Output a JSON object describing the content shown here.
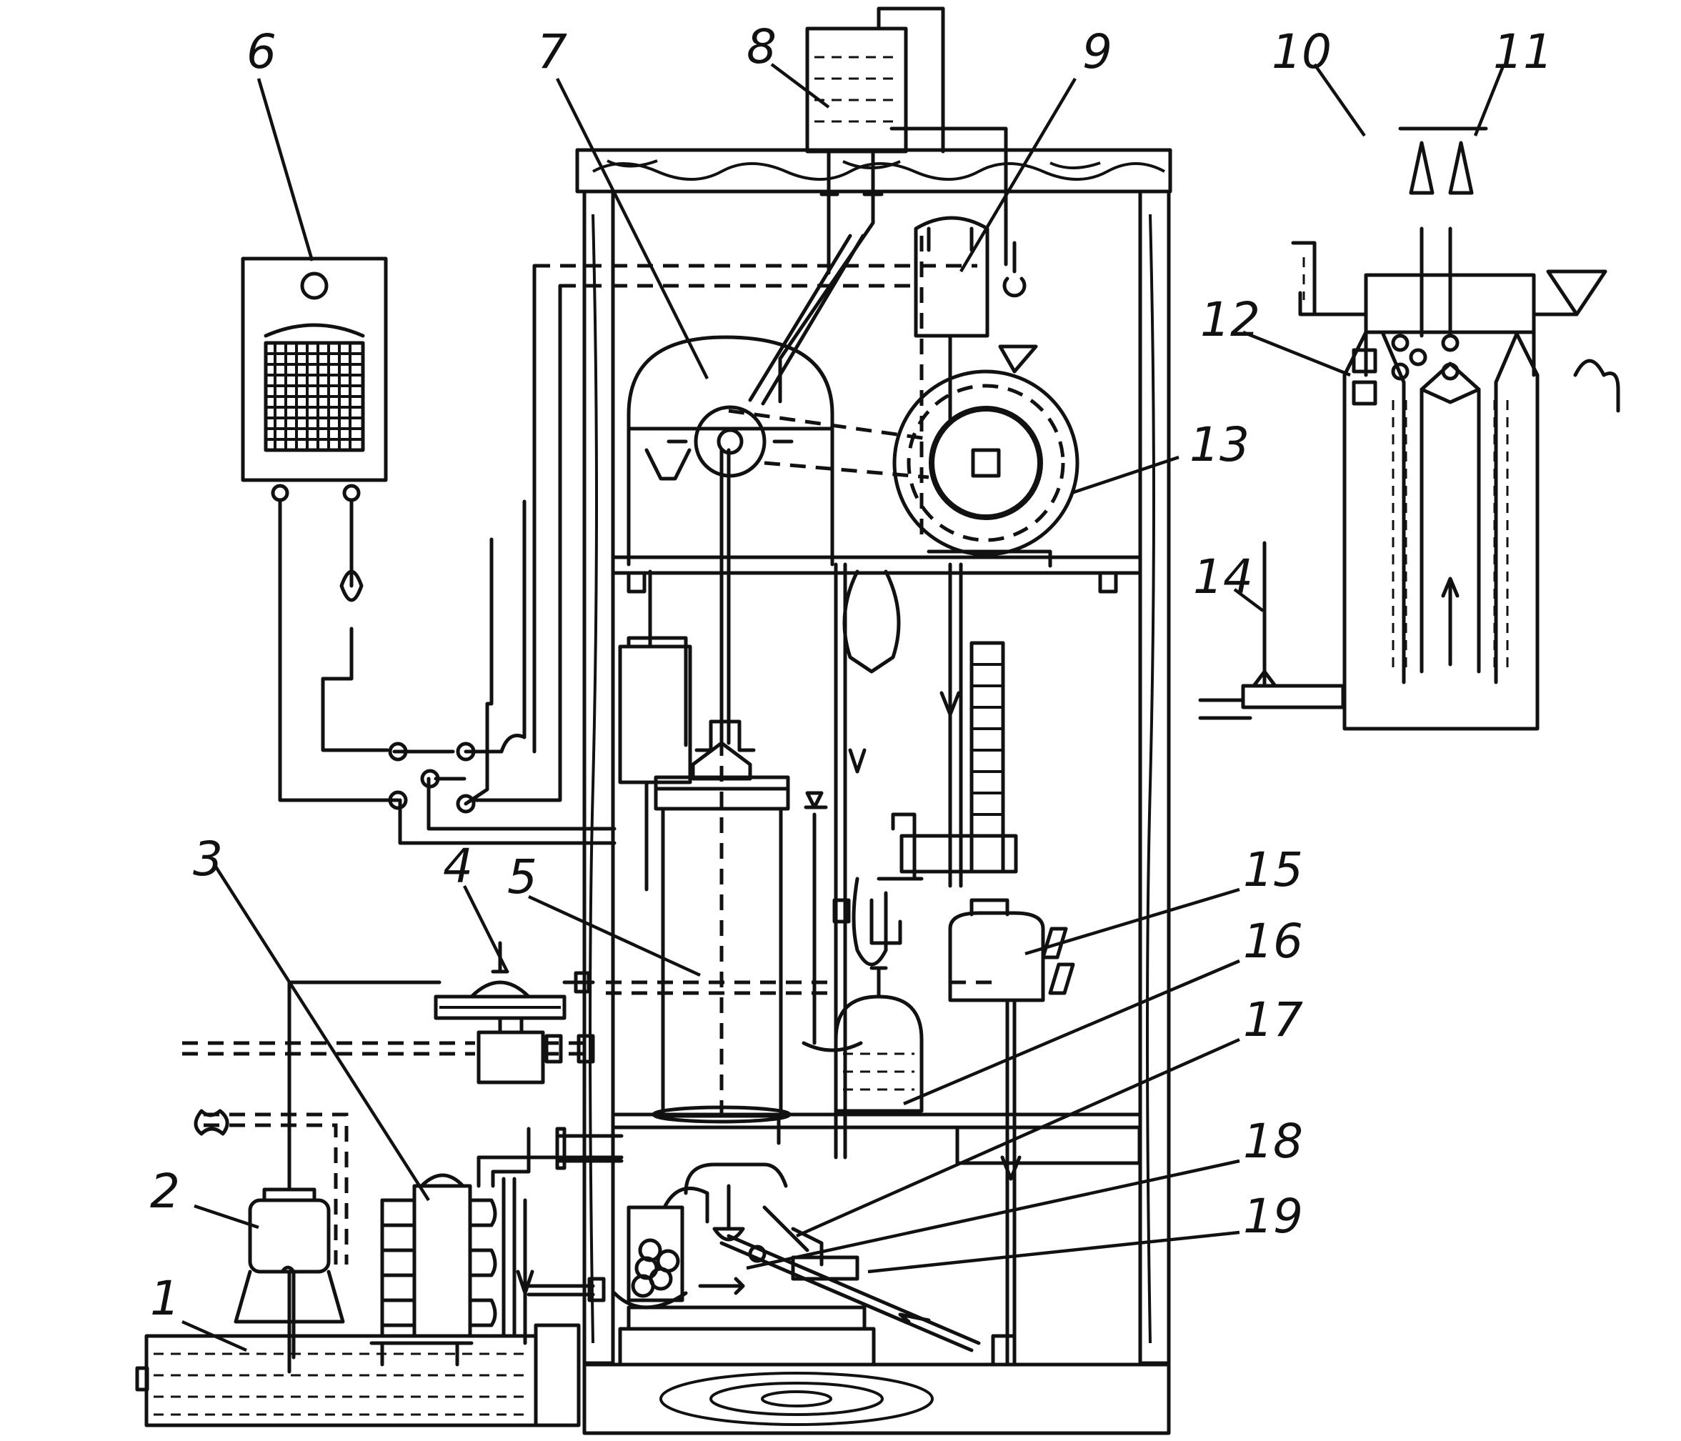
{
  "diagram": {
    "callouts": [
      {
        "id": "1",
        "label": "1"
      },
      {
        "id": "2",
        "label": "2"
      },
      {
        "id": "3",
        "label": "3"
      },
      {
        "id": "4",
        "label": "4"
      },
      {
        "id": "5",
        "label": "5"
      },
      {
        "id": "6",
        "label": "6"
      },
      {
        "id": "7",
        "label": "7"
      },
      {
        "id": "8",
        "label": "8"
      },
      {
        "id": "9",
        "label": "9"
      },
      {
        "id": "10",
        "label": "10"
      },
      {
        "id": "11",
        "label": "11"
      },
      {
        "id": "12",
        "label": "12"
      },
      {
        "id": "13",
        "label": "13"
      },
      {
        "id": "14",
        "label": "14"
      },
      {
        "id": "15",
        "label": "15"
      },
      {
        "id": "16",
        "label": "16"
      },
      {
        "id": "17",
        "label": "17"
      },
      {
        "id": "18",
        "label": "18"
      },
      {
        "id": "19",
        "label": "19"
      }
    ],
    "colors": {
      "ink": "#111111",
      "paper": "#ffffff"
    }
  }
}
